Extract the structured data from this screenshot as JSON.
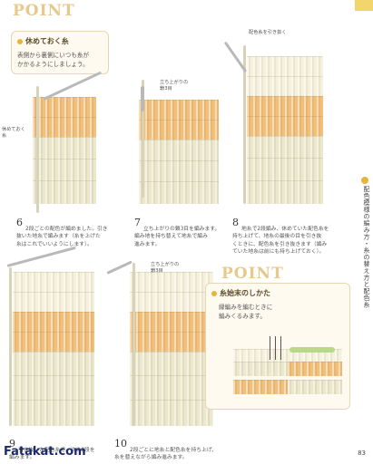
{
  "point1": {
    "title": "POINT",
    "heading": "休めておく糸",
    "body": "表側から裏側にいつも糸が\nかかるようにしましょう。"
  },
  "point2": {
    "title": "POINT",
    "heading": "糸始末のしかた",
    "body": "縁編みを編むときに\n編みくるみます。"
  },
  "labels": {
    "rest_yarn": "休めておく\n糸",
    "switch_color_top": "配色糸を引き抜く",
    "chain3_a": "立ち上がりの\n鎖3目",
    "chain3_b": "立ち上がりの\n鎖3目"
  },
  "steps": [
    {
      "num": "6",
      "text": "2段ごとの配色が編めました。引き\n抜いた地糸で編みます（糸を上げた\n糸はこれでいいようにします）。"
    },
    {
      "num": "7",
      "text": "立ち上がりの鎖3目を編みます。\n編み地を持ち替えて地糸で編み\n進みます。"
    },
    {
      "num": "8",
      "text": "地糸で2段編み、休めていた配色糸を\n持ち上げて、地糸の最後の目を引き抜\nくときに、配色糸を引き抜きます（編み\nていた地糸は前にも持ち上げておく）。"
    },
    {
      "num": "9",
      "text": "引き抜いた配色糸で、次の2段を\n編みます。"
    },
    {
      "num": "10",
      "text": "2段ごとに地糸と配色糸を持ち上げ、\n糸を替えながら編み進みます。"
    }
  ],
  "sidebar": {
    "text": "配色模様の編み方・糸の替え方と配色糸"
  },
  "watermark": "Fatakat.com",
  "page_number": "83",
  "colors": {
    "accent": "#e9b43c",
    "orange_yarn": "#f2c07a",
    "cream_yarn": "#ece8cc",
    "point_title": "#e8c98c"
  }
}
